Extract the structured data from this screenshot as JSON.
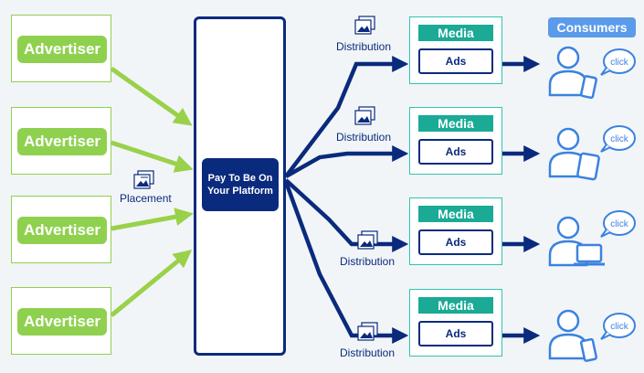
{
  "advertisers": [
    {
      "label": "Advertiser"
    },
    {
      "label": "Advertiser"
    },
    {
      "label": "Advertiser"
    },
    {
      "label": "Advertiser"
    }
  ],
  "placement": {
    "label": "Placement"
  },
  "platform": {
    "label": "Pay To Be On Your Platform"
  },
  "distribution": [
    {
      "label": "Distribution"
    },
    {
      "label": "Distribution"
    },
    {
      "label": "Distribution"
    },
    {
      "label": "Distribution"
    }
  ],
  "media": [
    {
      "title": "Media",
      "ads": "Ads"
    },
    {
      "title": "Media",
      "ads": "Ads"
    },
    {
      "title": "Media",
      "ads": "Ads"
    },
    {
      "title": "Media",
      "ads": "Ads"
    }
  ],
  "consumers": {
    "header": "Consumers",
    "bubble": "click",
    "items": [
      {
        "device": "phone-icon"
      },
      {
        "device": "tablet-icon"
      },
      {
        "device": "laptop-icon"
      },
      {
        "device": "phone-icon"
      }
    ]
  },
  "colors": {
    "green": "#8fd14f",
    "navy": "#0a2a7d",
    "teal": "#1aaa96",
    "blue": "#3b82e0"
  }
}
